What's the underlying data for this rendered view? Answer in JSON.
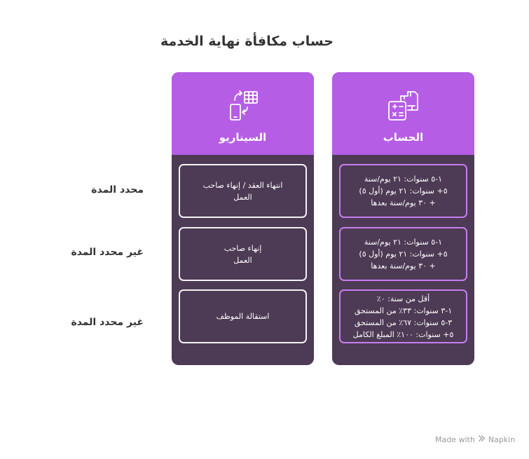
{
  "title": "حساب مكافأة نهاية الخدمة",
  "columns": {
    "calc": {
      "header": "الحساب",
      "icon": "calculator-icon",
      "boxes": [
        "١-٥ سنوات: ٢١ يوم/سنة\n٥+ سنوات: ٢١ يوم (أول ٥)\n+ ٣٠ يوم/سنة بعدها",
        "١-٥ سنوات: ٢١ يوم/سنة\n٥+ سنوات: ٢١ يوم (أول ٥)\n+ ٣٠ يوم/سنة بعدها",
        "أقل من سنة: ٠٪\n١-٣ سنوات: ٣٣٪ من المستحق\n٣-٥ سنوات: ٦٧٪ من المستحق\n٥+ سنوات: ١٠٠٪ المبلغ الكامل"
      ]
    },
    "scenario": {
      "header": "السيناريو",
      "icon": "device-table-swap-icon",
      "boxes": [
        "انتهاء العقد / إنهاء صاحب\nالعمل",
        "إنهاء صاحب\nالعمل",
        "استقالة الموظف"
      ]
    }
  },
  "rows": [
    "محدد المدة",
    "غير محدد المدة",
    "غير محدد المدة"
  ],
  "footer": {
    "made_with": "Made with",
    "brand": "Napkin"
  },
  "colors": {
    "header": "#b65de6",
    "body": "#4d3a55",
    "calc_border": "#c77df0",
    "scen_border": "#f2f2f2"
  }
}
